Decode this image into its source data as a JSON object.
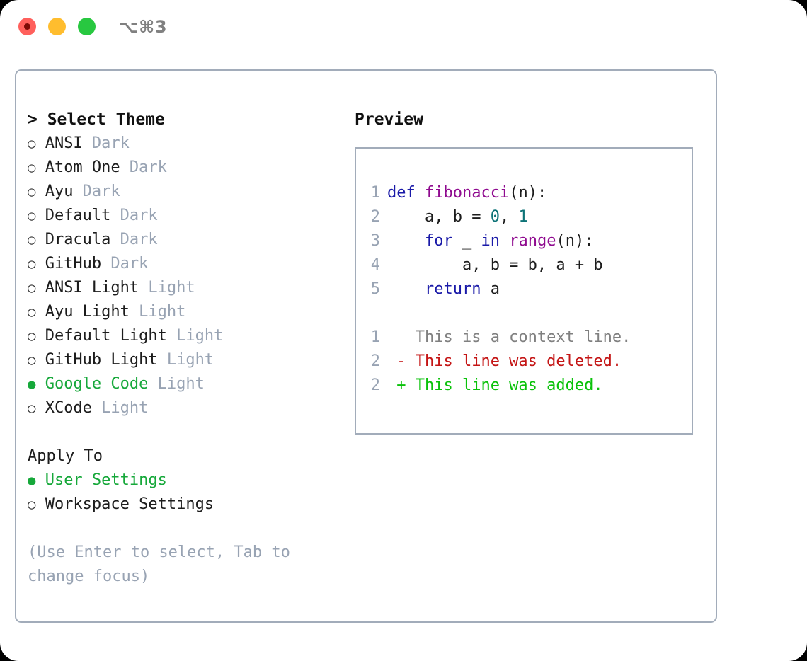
{
  "window": {
    "shortcut": "⌥⌘3",
    "traffic_lights": [
      {
        "name": "close-button",
        "color": "#ff605c",
        "active": true
      },
      {
        "name": "minimize-button",
        "color": "#ffbd2e",
        "active": false
      },
      {
        "name": "maximize-button",
        "color": "#28c840",
        "active": false
      }
    ],
    "border_color": "#a2acba"
  },
  "theme_picker": {
    "heading": "> Select Theme",
    "marker_selected": "●",
    "marker_unselected": "○",
    "accent_color": "#16a83a",
    "tag_color": "#98a3b3",
    "items": [
      {
        "label": "ANSI",
        "tag": "Dark",
        "selected": false
      },
      {
        "label": "Atom One",
        "tag": "Dark",
        "selected": false
      },
      {
        "label": "Ayu",
        "tag": "Dark",
        "selected": false
      },
      {
        "label": "Default",
        "tag": "Dark",
        "selected": false
      },
      {
        "label": "Dracula",
        "tag": "Dark",
        "selected": false
      },
      {
        "label": "GitHub",
        "tag": "Dark",
        "selected": false
      },
      {
        "label": "ANSI Light",
        "tag": "Light",
        "selected": false
      },
      {
        "label": "Ayu Light",
        "tag": "Light",
        "selected": false
      },
      {
        "label": "Default Light",
        "tag": "Light",
        "selected": false
      },
      {
        "label": "GitHub Light",
        "tag": "Light",
        "selected": false
      },
      {
        "label": "Google Code",
        "tag": "Light",
        "selected": true
      },
      {
        "label": "XCode",
        "tag": "Light",
        "selected": false
      }
    ]
  },
  "apply_to": {
    "heading": "Apply To",
    "items": [
      {
        "label": "User Settings",
        "selected": true
      },
      {
        "label": "Workspace Settings",
        "selected": false
      }
    ]
  },
  "hint": "(Use Enter to select, Tab to change focus)",
  "preview": {
    "heading": "Preview",
    "code_lines": [
      {
        "number": "1",
        "tokens": [
          {
            "t": "def ",
            "k": "kw"
          },
          {
            "t": "fibonacci",
            "k": "fn"
          },
          {
            "t": "(n):",
            "k": "pl"
          }
        ]
      },
      {
        "number": "2",
        "tokens": [
          {
            "t": "    a, b = ",
            "k": "pl"
          },
          {
            "t": "0",
            "k": "num"
          },
          {
            "t": ", ",
            "k": "pl"
          },
          {
            "t": "1",
            "k": "num"
          }
        ]
      },
      {
        "number": "3",
        "tokens": [
          {
            "t": "    ",
            "k": "pl"
          },
          {
            "t": "for",
            "k": "kw"
          },
          {
            "t": " _ ",
            "k": "pl"
          },
          {
            "t": "in",
            "k": "kw"
          },
          {
            "t": " ",
            "k": "pl"
          },
          {
            "t": "range",
            "k": "fn"
          },
          {
            "t": "(n):",
            "k": "pl"
          }
        ]
      },
      {
        "number": "4",
        "tokens": [
          {
            "t": "        a, b = b, a + b",
            "k": "pl"
          }
        ]
      },
      {
        "number": "5",
        "tokens": [
          {
            "t": "    ",
            "k": "pl"
          },
          {
            "t": "return",
            "k": "kw"
          },
          {
            "t": " a",
            "k": "pl"
          }
        ]
      }
    ],
    "diff_lines": [
      {
        "number": "1",
        "sign": " ",
        "text": "This is a context line.",
        "kind": "ctx"
      },
      {
        "number": "2",
        "sign": "-",
        "text": "This line was deleted.",
        "kind": "del"
      },
      {
        "number": "2",
        "sign": "+",
        "text": "This line was added.",
        "kind": "add"
      }
    ],
    "colors": {
      "keyword": "#1a1aa8",
      "function": "#8f0a8f",
      "number": "#0d7377",
      "plain": "#1c1c1c",
      "line_number": "#98a3b3",
      "diff_context": "#808080",
      "diff_deleted": "#c41515",
      "diff_added": "#0ac20a"
    }
  }
}
